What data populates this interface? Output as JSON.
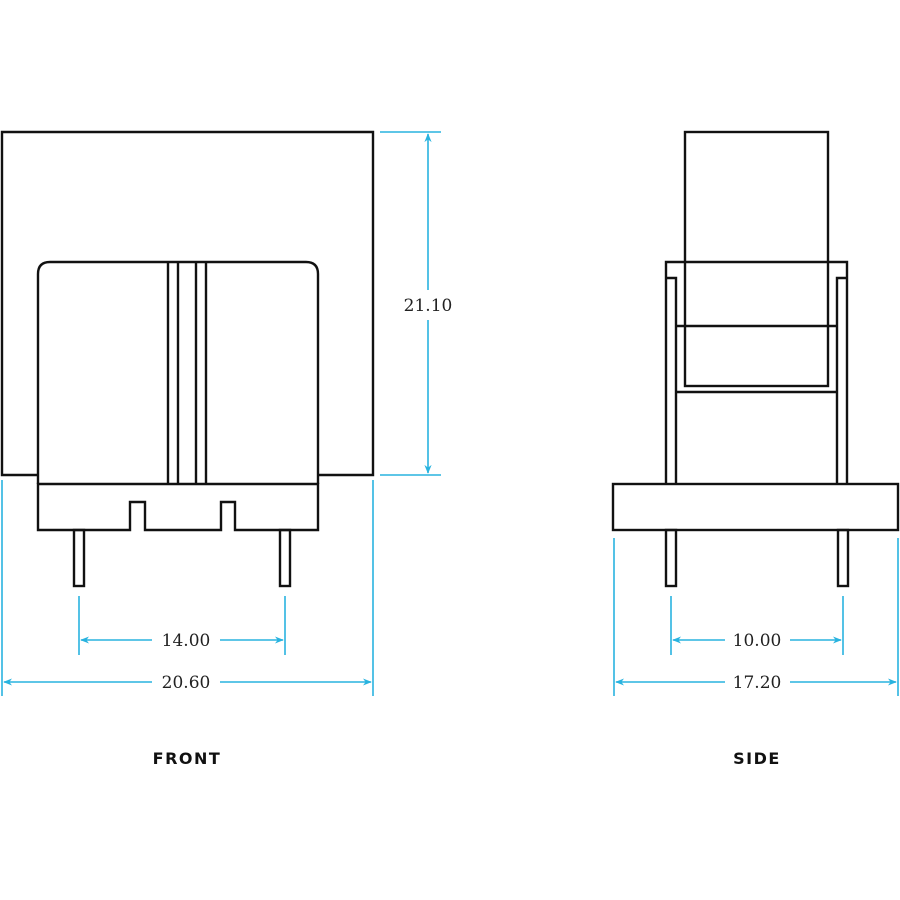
{
  "views": {
    "front": {
      "label": "FRONT",
      "height_dim": "21.10",
      "pin_pitch_dim": "14.00",
      "width_dim": "20.60"
    },
    "side": {
      "label": "SIDE",
      "pin_pitch_dim": "10.00",
      "width_dim": "17.20"
    }
  },
  "colors": {
    "outline": "#111111",
    "dimension": "#29b3df"
  }
}
